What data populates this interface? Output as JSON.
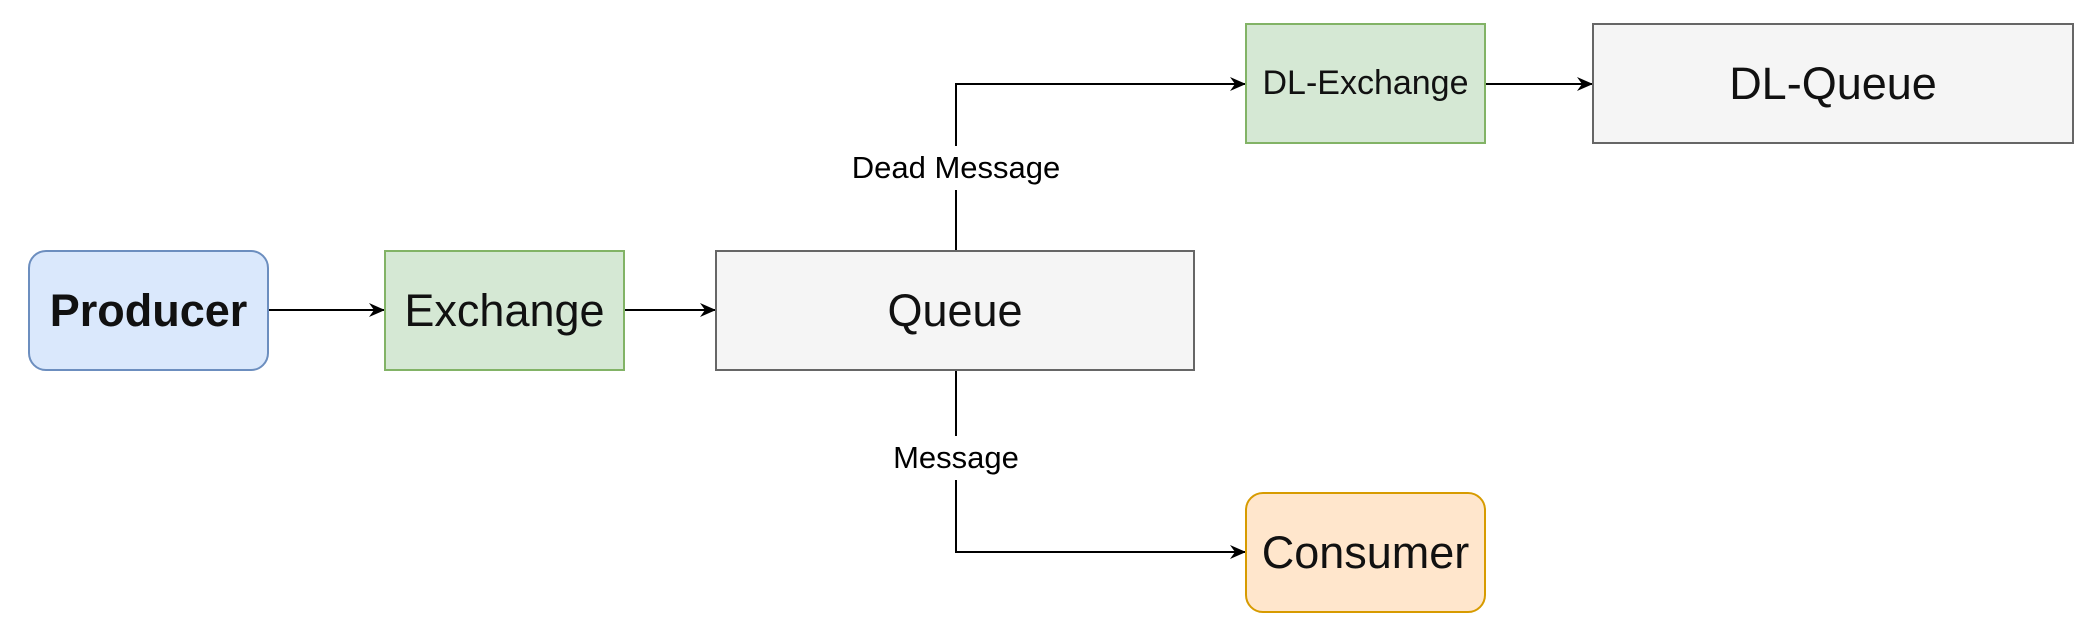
{
  "nodes": {
    "producer": {
      "label": "Producer",
      "fill": "#dae8fc",
      "stroke": "#6c8ebf"
    },
    "exchange": {
      "label": "Exchange",
      "fill": "#d5e8d4",
      "stroke": "#82b366"
    },
    "queue": {
      "label": "Queue",
      "fill": "#f5f5f5",
      "stroke": "#666666"
    },
    "dl_exchange": {
      "label": "DL-Exchange",
      "fill": "#d5e8d4",
      "stroke": "#82b366"
    },
    "dl_queue": {
      "label": "DL-Queue",
      "fill": "#f5f5f5",
      "stroke": "#666666"
    },
    "consumer": {
      "label": "Consumer",
      "fill": "#ffe6cc",
      "stroke": "#d79b00"
    }
  },
  "edges": {
    "dead_message_label": "Dead Message",
    "message_label": "Message"
  },
  "colors": {
    "edge": "#000000",
    "background": "#ffffff"
  }
}
